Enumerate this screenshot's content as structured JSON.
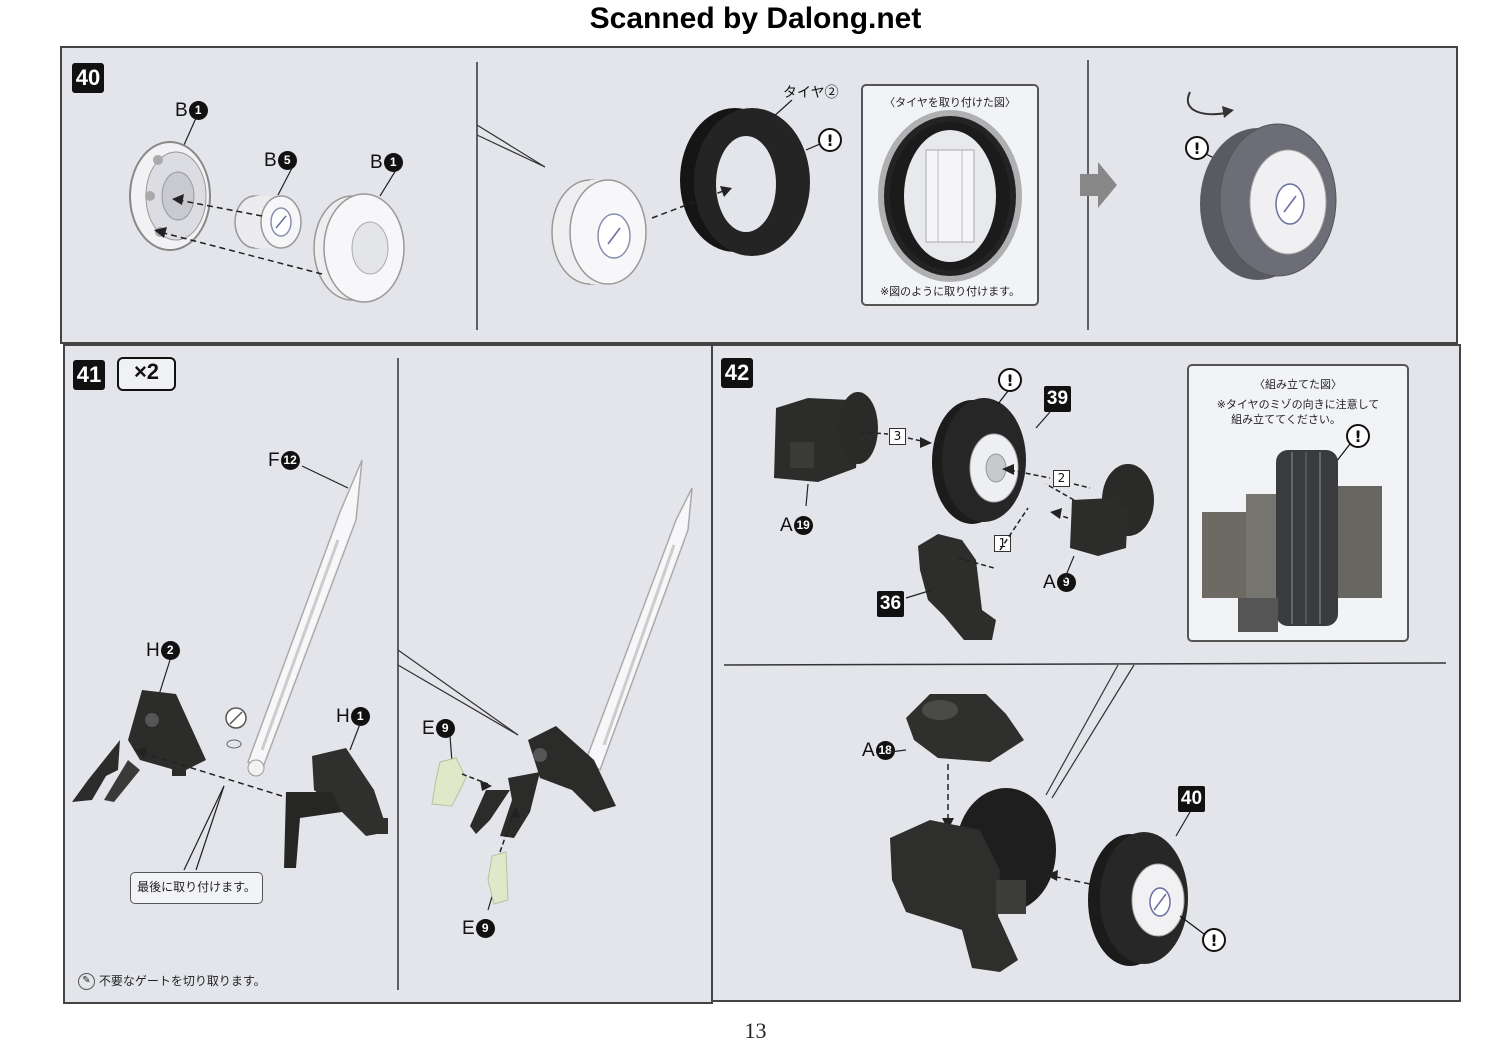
{
  "watermark": "Scanned by Dalong.net",
  "page_number": "13",
  "step40": {
    "number": "40",
    "labels": {
      "b1_left": "B",
      "b1_left_num": "1",
      "b5": "B",
      "b5_num": "5",
      "b1_right": "B",
      "b1_right_num": "1"
    },
    "tire_label": "タイヤ②",
    "inset_title": "〈タイヤを取り付けた図〉",
    "inset_note": "※図のように取り付けます。"
  },
  "step41": {
    "number": "41",
    "multiplier": "×2",
    "labels": {
      "f12": "F",
      "f12_num": "12",
      "h2": "H",
      "h2_num": "2",
      "h1": "H",
      "h1_num": "1",
      "e9_top": "E",
      "e9_top_num": "9",
      "e9_bottom": "E",
      "e9_bottom_num": "9"
    },
    "note_last": "最後に取り付けます。",
    "gate_note": "不要なゲートを切り取ります。"
  },
  "step42": {
    "number": "42",
    "labels": {
      "a19": "A",
      "a19_num": "19",
      "a9": "A",
      "a9_num": "9",
      "a18": "A",
      "a18_num": "18"
    },
    "part_refs": {
      "p39": "39",
      "p36": "36",
      "p40": "40"
    },
    "sequence": {
      "s1": "1",
      "s2": "2",
      "s3": "3"
    },
    "inset_title": "〈組み立てた図〉",
    "inset_note_1": "※タイヤのミゾの向きに注意して",
    "inset_note_2": "組み立ててください。"
  },
  "colors": {
    "panel_bg": "#e3e5ea",
    "dark_part": "#2b2d2c",
    "white_part": "#f4f4f6",
    "tire": "#1a1a1a",
    "clear_part": "#dfe8c8"
  }
}
